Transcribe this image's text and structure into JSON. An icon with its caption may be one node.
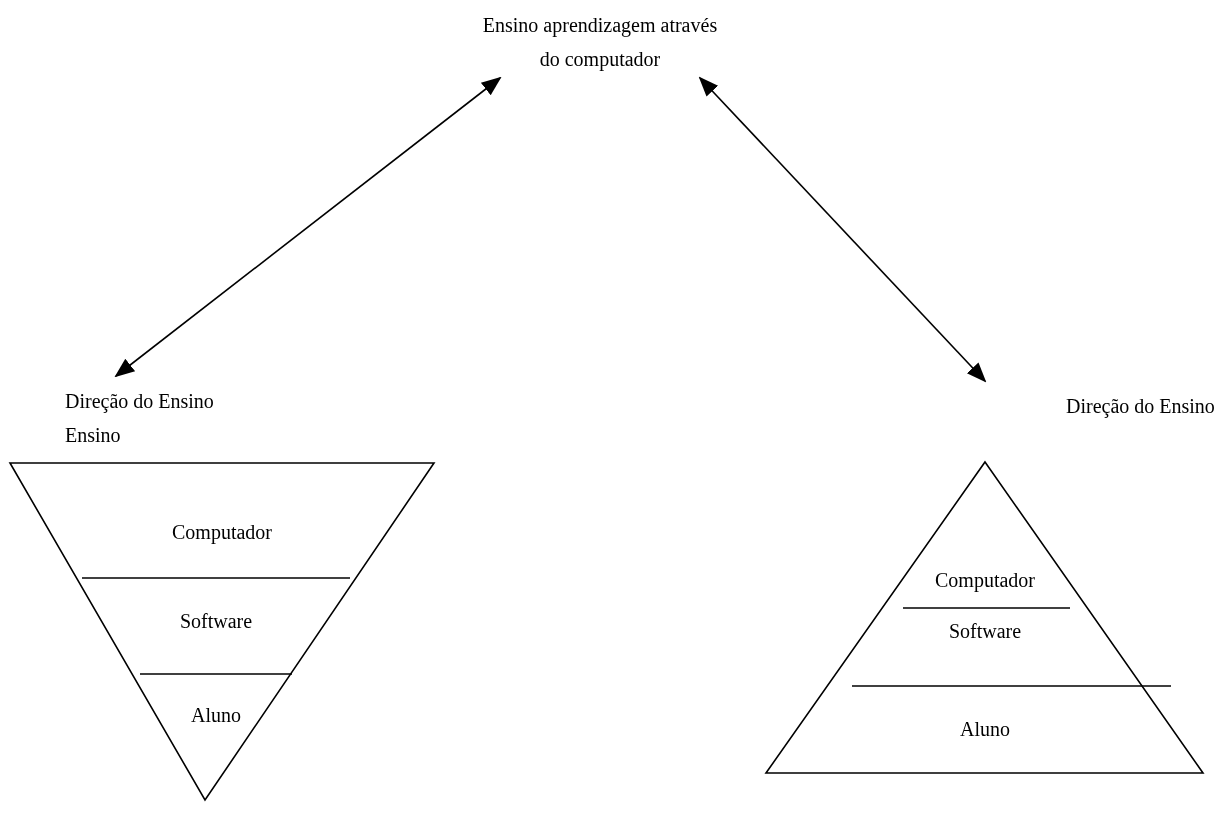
{
  "diagram": {
    "nodes": [
      {
        "text": [
          "Ensino aprendizagem através do computador"
        ]
      },
      {
        "text": [
          "Direção do Ensino",
          "Ensino"
        ]
      },
      {
        "text": [
          "Computador"
        ],
        "in": 1
      },
      {
        "text": [
          "Software"
        ],
        "in": 1
      },
      {
        "text": [
          "Aluno"
        ],
        "in": 1
      },
      {
        "text": [
          "Direção do Ensino"
        ]
      },
      {
        "text": [
          "Computador"
        ],
        "in": 5
      },
      {
        "text": [
          "Software"
        ],
        "in": 5
      },
      {
        "text": [
          "Aluno"
        ],
        "in": 5
      }
    ],
    "edges": [
      {
        "from": 0,
        "to": 1,
        "arrow": "both"
      },
      {
        "from": 0,
        "to": 5,
        "arrow": "both"
      }
    ]
  }
}
